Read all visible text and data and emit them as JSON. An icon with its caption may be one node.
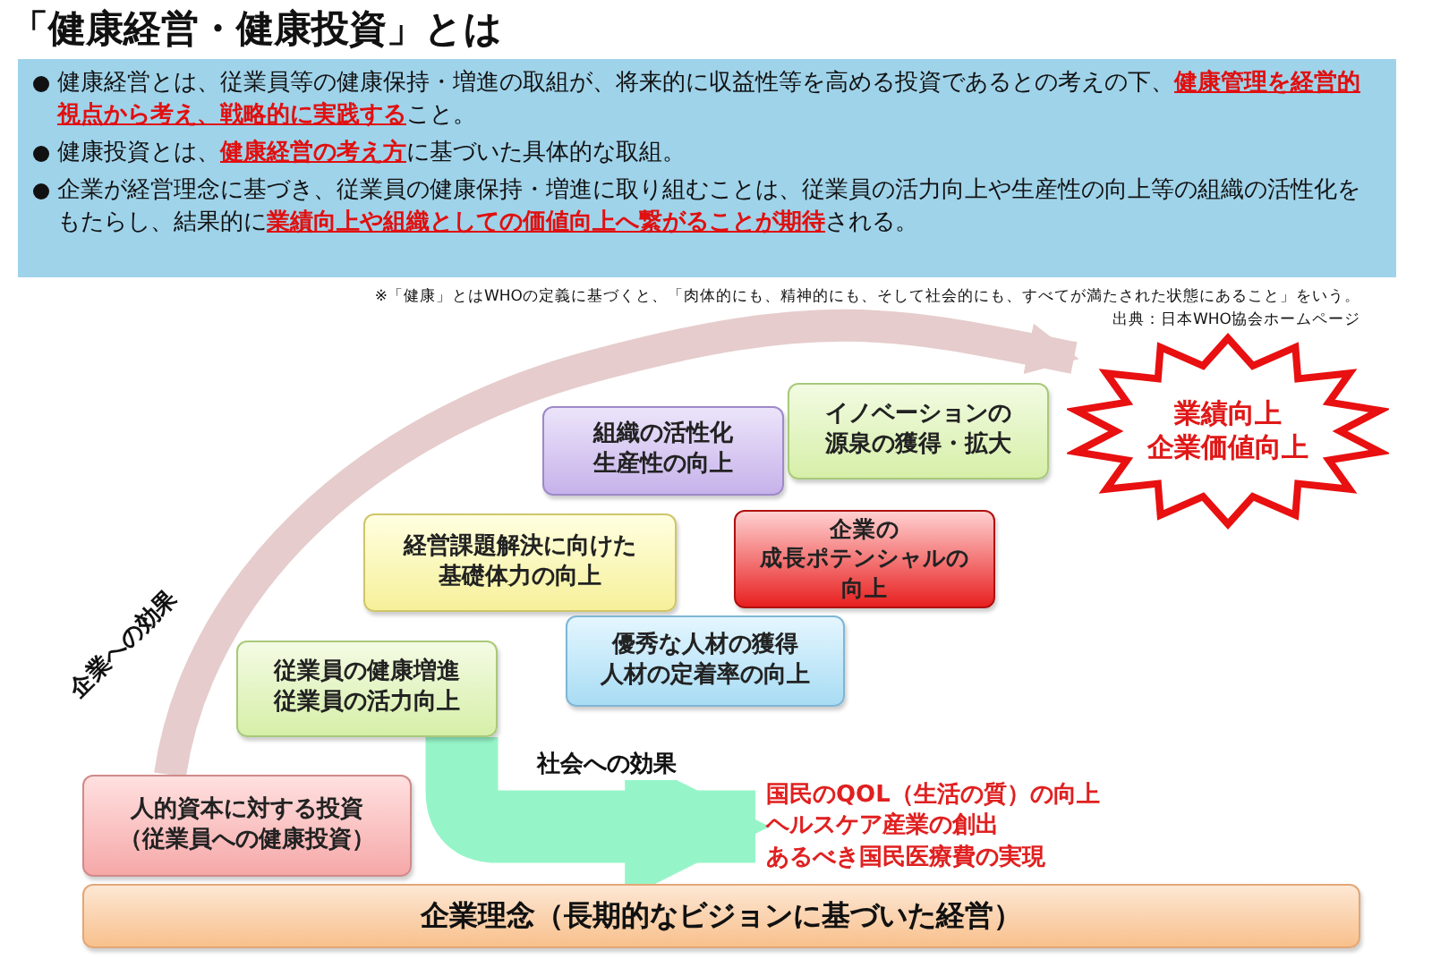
{
  "diagram": {
    "title": "「健康経営・健康投資」とは",
    "nodes": [
      {
        "text": [
          "人的資本に対する投資",
          "（従業員への健康投資）"
        ]
      },
      {
        "text": [
          "従業員の健康増進",
          "従業員の活力向上"
        ]
      },
      {
        "text": [
          "経営課題解決に向けた",
          "基礎体力の向上"
        ]
      },
      {
        "text": [
          "組織の活性化",
          "生産性の向上"
        ]
      },
      {
        "text": [
          "イノベーションの",
          "源泉の獲得・拡大"
        ]
      },
      {
        "text": [
          "業績向上",
          "企業価値向上"
        ]
      },
      {
        "text": [
          "企業の",
          "成長ポテンシャルの",
          "向上"
        ]
      },
      {
        "text": [
          "優秀な人材の獲得",
          "人材の定着率の向上"
        ]
      },
      {
        "text": [
          "国民のQOL（生活の質）の向上",
          "ヘルスケア産業の創出",
          "あるべき国民医療費の実現"
        ]
      },
      {
        "text": [
          "企業理念（長期的なビジョンに基づいた経営）"
        ]
      }
    ],
    "edges": [
      {
        "from": 0,
        "to": 5,
        "arrow": "to",
        "label": "企業への効果",
        "color": "#e6cccc"
      },
      {
        "from": 1,
        "to": 8,
        "arrow": "to",
        "label": "社会への効果",
        "style": "thick",
        "color": "#96f5c8"
      }
    ],
    "labels": [
      "健康経営とは、従業員等の健康保持・増進の取組が、将来的に収益性等を高める投資であるとの考えの下、**健康管理を経営的視点から考え、戦略的に実践する**こと。",
      "健康投資とは、**健康経営の考え方**に基づいた具体的な取組。",
      "企業が経営理念に基づき、従業員の健康保持・増進に取り組むことは、従業員の活力向上や生産性の向上等の組織の活性化をもたらし、結果的に**業績向上や組織としての価値向上へ繋がることが期待**される。",
      "※「健康」とはWHOの定義に基づくと、「肉体的にも、精神的にも、そして社会的にも、すべてが満たされた状態にあること」をいう。",
      "出典：日本WHO協会ホームページ"
    ]
  }
}
